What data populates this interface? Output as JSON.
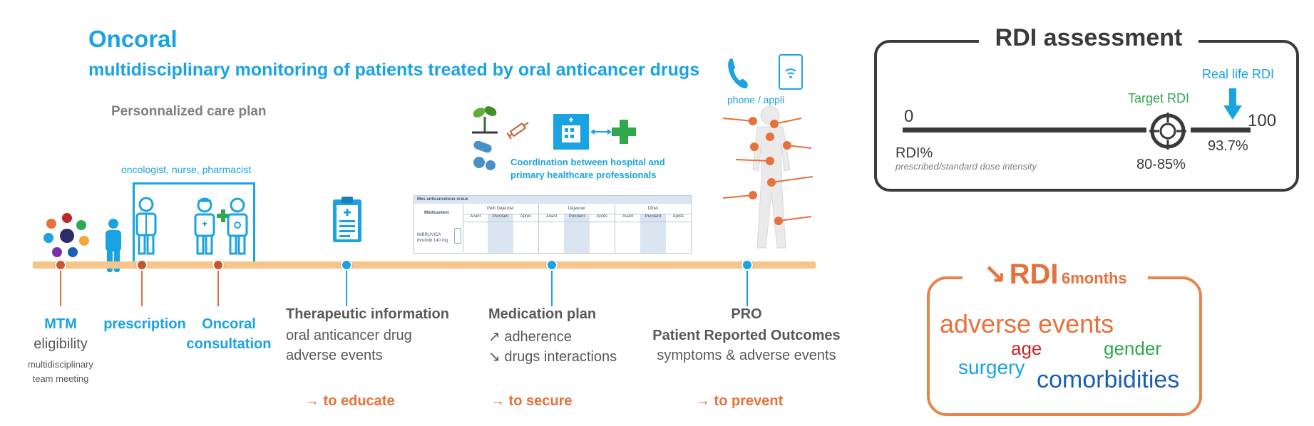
{
  "header": {
    "title": "Oncoral",
    "subtitle": "multidisciplinary monitoring of patients treated by oral anticancer drugs",
    "care_plan": "Personnalized care plan"
  },
  "care_team": {
    "label": "oncologist, nurse, pharmacist"
  },
  "coordination": {
    "label": "Coordination between hospital and primary healthcare professionals"
  },
  "phone": {
    "label": "phone / appli"
  },
  "med_table": {
    "title": "Mes anticancéreux oraux",
    "med_header": "Médicament",
    "meals": [
      "Petit Déjeuner",
      "Déjeuner",
      "Dîner"
    ],
    "times": [
      "Avant",
      "Pendant",
      "Après"
    ],
    "drug": "IMBRUVICA Ibrutinib 140 mg"
  },
  "stages": {
    "mtm": {
      "title": "MTM",
      "line1": "eligibility",
      "line2": "multidisciplinary",
      "line3": "team meeting"
    },
    "prescription": {
      "title": "prescription"
    },
    "consultation": {
      "line1": "Oncoral",
      "line2": "consultation"
    },
    "therapeutic": {
      "title": "Therapeutic information",
      "line1": "oral anticancer drug",
      "line2": "adverse events",
      "goal": "→ to educate"
    },
    "medication": {
      "title": "Medication plan",
      "line1": "↗ adherence",
      "line2": "↘ drugs interactions",
      "goal": "→ to secure"
    },
    "pro": {
      "title": "PRO",
      "subtitle": "Patient Reported Outcomes",
      "line1": "symptoms & adverse events",
      "goal": "→ to prevent"
    }
  },
  "rdi_assessment": {
    "title": "RDI assessment",
    "scale_min": "0",
    "scale_max": "100",
    "target_label": "Target RDI",
    "target_value": "80-85%",
    "real_label": "Real life RDI",
    "real_value": "93.7%",
    "rdi_label": "RDI%",
    "rdi_desc": "prescribed/standard dose intensity"
  },
  "rdi_6months": {
    "arrow": "↘",
    "title": "RDI",
    "suffix": "6months",
    "factors": [
      "adverse events",
      "age",
      "gender",
      "surgery",
      "comorbidities"
    ]
  },
  "colors": {
    "blue": "#1aa3e2",
    "orange": "#e8703a",
    "dark": "#3a3a3a",
    "green": "#2fa84f",
    "red": "#c0272d",
    "grey": "#595959"
  }
}
